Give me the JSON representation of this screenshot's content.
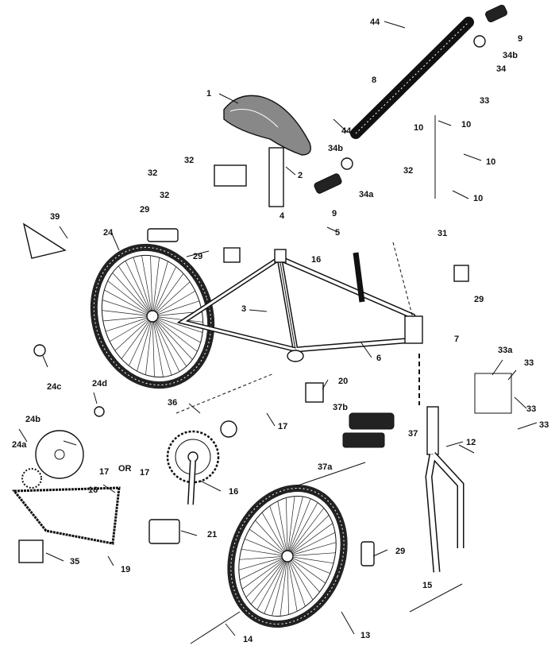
{
  "diagram": {
    "callouts": [
      "44",
      "9",
      "34b",
      "34",
      "33",
      "8",
      "1",
      "44",
      "10",
      "10",
      "10",
      "10",
      "34b",
      "32",
      "34a",
      "32",
      "32",
      "32",
      "2",
      "9",
      "4",
      "5",
      "39",
      "29",
      "24",
      "29",
      "16",
      "31",
      "29",
      "3",
      "7",
      "6",
      "24c",
      "24d",
      "33a",
      "33",
      "33",
      "33",
      "20",
      "36",
      "37b",
      "17",
      "24b",
      "37",
      "24a",
      "12",
      "17",
      "OR",
      "17",
      "16",
      "16",
      "37a",
      "35",
      "21",
      "19",
      "29",
      "15",
      "14",
      "13"
    ]
  }
}
